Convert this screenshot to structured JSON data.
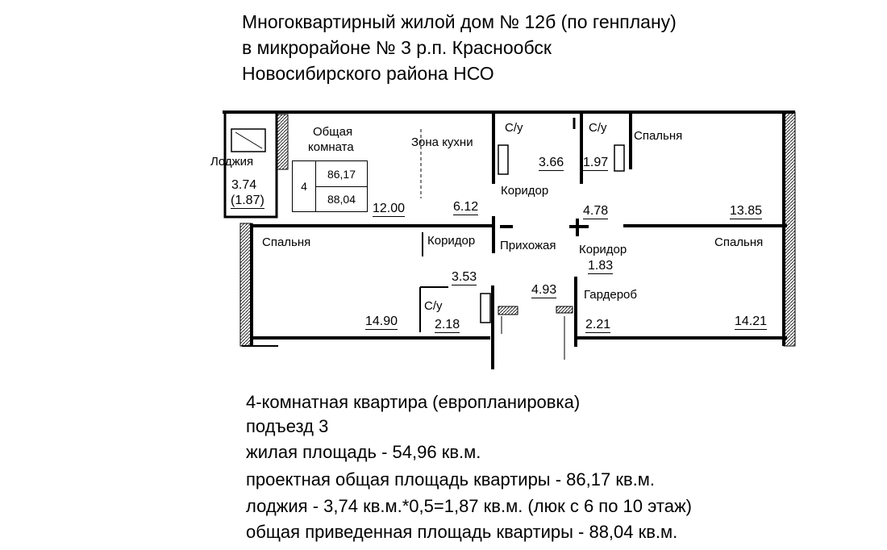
{
  "header": {
    "line1": "Многоквартирный жилой  дом  № 12б (по генплану)",
    "line2": "в микрорайоне № 3 р.п. Краснообск",
    "line3": "Новосибирского района НСО"
  },
  "legend": {
    "rooms": "4",
    "area_project": "86,17",
    "area_total": "88,04"
  },
  "rooms": {
    "common_room_line1": "Общая",
    "common_room_line2": "комната",
    "kitchen_zone": "Зона кухни",
    "wc_top_left": "С/у",
    "wc_top_right": "С/у",
    "bedroom_top_right": "Спальня",
    "loggia": "Лоджия",
    "corridor_top": "Коридор",
    "bedroom_left": "Спальня",
    "corridor_left": "Коридор",
    "hallway": "Прихожая",
    "corridor_right": "Коридор",
    "bedroom_right": "Спальня",
    "wardrobe": "Гардероб",
    "wc_bottom": "С/у"
  },
  "areas": {
    "loggia": "3.74",
    "loggia_reduced": "(1.87)",
    "common_room": "12.00",
    "kitchen": "6.12",
    "wc1": "3.66",
    "wc2": "1.97",
    "corridor_mid": "4.78",
    "bedroom_top_right": "13.85",
    "corridor_right": "1.83",
    "wc_bottom_top": "3.53",
    "hallway": "4.93",
    "bedroom_left": "14.90",
    "wc_bottom": "2.18",
    "wardrobe": "2.21",
    "bedroom_right": "14.21"
  },
  "info": {
    "line1": "4-комнатная квартира (европланировка)",
    "line2": "подъезд 3",
    "line3": "жилая площадь - 54,96 кв.м.",
    "line4": "проектная общая площадь квартиры - 86,17 кв.м.",
    "line5": "лоджия - 3,74 кв.м.*0,5=1,87 кв.м. (люк с 6 по 10 этаж)",
    "line6": "общая приведенная площадь квартиры - 88,04 кв.м."
  }
}
